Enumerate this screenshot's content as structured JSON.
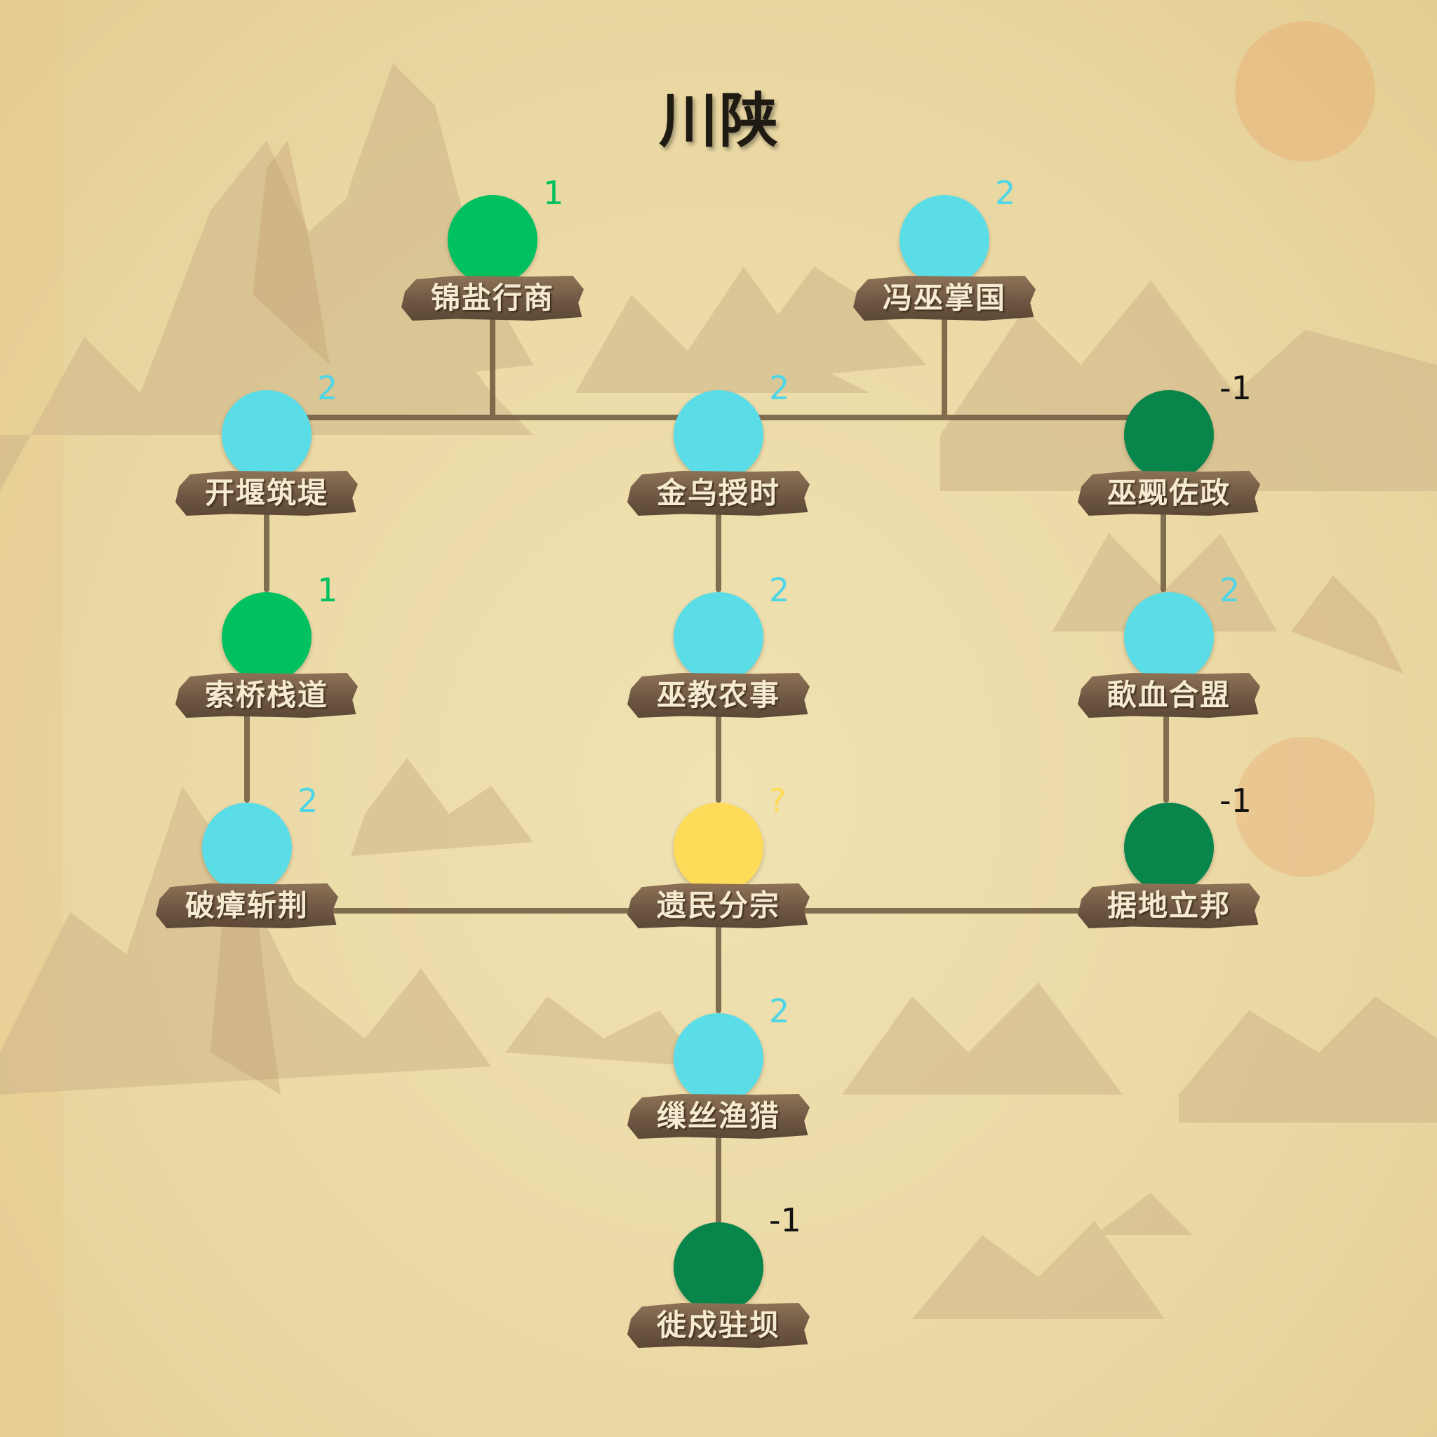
{
  "title": "川陕",
  "colors": {
    "teal": "#5bdde7",
    "green": "#00c060",
    "dark_green": "#07854a",
    "yellow": "#fedb58",
    "line": "#6e5a3f"
  },
  "nodes": [
    {
      "id": "jinyan",
      "name": "锦盐行商",
      "cost": "1",
      "color": "green",
      "cost_color": "#00c060"
    },
    {
      "id": "fengwu",
      "name": "冯巫掌国",
      "cost": "2",
      "color": "teal",
      "cost_color": "#4fd6e6"
    },
    {
      "id": "kaiyan",
      "name": "开堰筑堤",
      "cost": "2",
      "color": "teal",
      "cost_color": "#4fd6e6"
    },
    {
      "id": "jinwu",
      "name": "金乌授时",
      "cost": "2",
      "color": "teal",
      "cost_color": "#4fd6e6"
    },
    {
      "id": "wuguan",
      "name": "巫觋佐政",
      "cost": "-1",
      "color": "dark_green",
      "cost_color": "#111111"
    },
    {
      "id": "suoqiao",
      "name": "索桥栈道",
      "cost": "1",
      "color": "green",
      "cost_color": "#00c060"
    },
    {
      "id": "wujiao",
      "name": "巫教农事",
      "cost": "2",
      "color": "teal",
      "cost_color": "#4fd6e6"
    },
    {
      "id": "shaxue",
      "name": "歃血合盟",
      "cost": "2",
      "color": "teal",
      "cost_color": "#4fd6e6"
    },
    {
      "id": "pozhang",
      "name": "破瘴斩荆",
      "cost": "2",
      "color": "teal",
      "cost_color": "#4fd6e6"
    },
    {
      "id": "yimin",
      "name": "遗民分宗",
      "cost": "?",
      "color": "yellow",
      "cost_color": "#fedb58"
    },
    {
      "id": "judi",
      "name": "据地立邦",
      "cost": "-1",
      "color": "dark_green",
      "cost_color": "#111111"
    },
    {
      "id": "caosi",
      "name": "缫丝渔猎",
      "cost": "2",
      "color": "teal",
      "cost_color": "#4fd6e6"
    },
    {
      "id": "xishu",
      "name": "徙戍驻坝",
      "cost": "-1",
      "color": "dark_green",
      "cost_color": "#111111"
    }
  ]
}
